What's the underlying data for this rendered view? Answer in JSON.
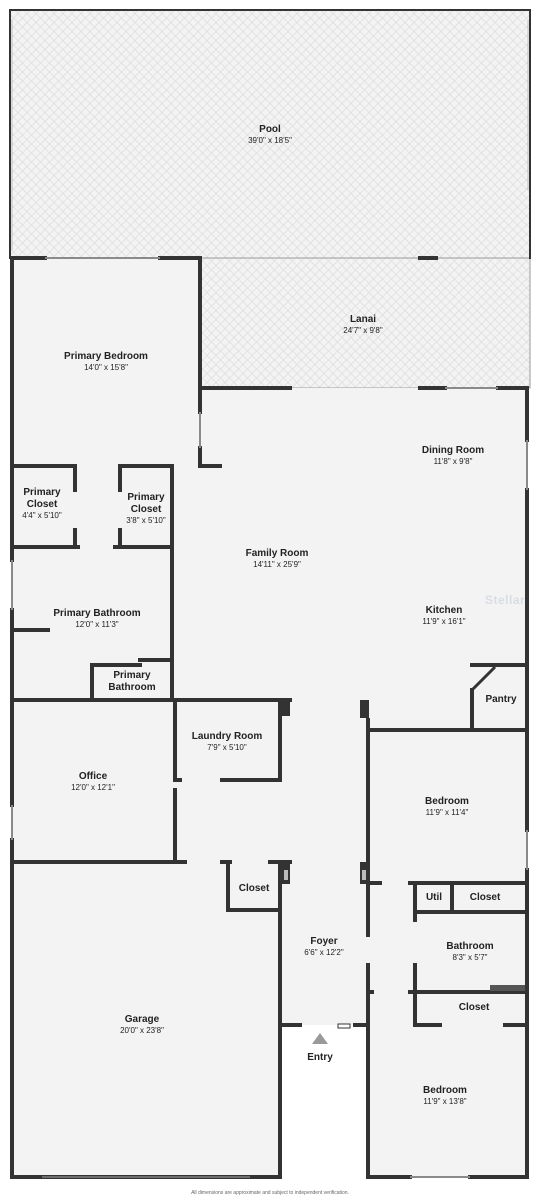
{
  "rooms": {
    "pool": {
      "name": "Pool",
      "dims": "39'0\" x 18'5\""
    },
    "lanai": {
      "name": "Lanai",
      "dims": "24'7\" x 9'8\""
    },
    "primary_bedroom": {
      "name": "Primary Bedroom",
      "dims": "14'0\" x 15'8\""
    },
    "dining_room": {
      "name": "Dining Room",
      "dims": "11'8\" x 9'8\""
    },
    "primary_closet_1": {
      "name": "Primary Closet",
      "dims": "4'4\" x 5'10\""
    },
    "primary_closet_2": {
      "name": "Primary Closet",
      "dims": "3'8\" x 5'10\""
    },
    "family_room": {
      "name": "Family Room",
      "dims": "14'11\" x 25'9\""
    },
    "kitchen": {
      "name": "Kitchen",
      "dims": "11'9\" x 16'1\""
    },
    "primary_bathroom": {
      "name": "Primary Bathroom",
      "dims": "12'0\" x 11'3\""
    },
    "primary_bathroom_small": {
      "name": "Primary Bathroom",
      "dims": ""
    },
    "pantry": {
      "name": "Pantry",
      "dims": ""
    },
    "laundry_room": {
      "name": "Laundry Room",
      "dims": "7'9\" x 5'10\""
    },
    "office": {
      "name": "Office",
      "dims": "12'0\" x 12'1\""
    },
    "bedroom_1": {
      "name": "Bedroom",
      "dims": "11'9\" x 11'4\""
    },
    "closet_garage": {
      "name": "Closet",
      "dims": ""
    },
    "util": {
      "name": "Util",
      "dims": ""
    },
    "closet_bed1": {
      "name": "Closet",
      "dims": ""
    },
    "foyer": {
      "name": "Foyer",
      "dims": "6'6\" x 12'2\""
    },
    "bathroom": {
      "name": "Bathroom",
      "dims": "8'3\" x 5'7\""
    },
    "garage": {
      "name": "Garage",
      "dims": "20'0\" x 23'8\""
    },
    "closet_bed2": {
      "name": "Closet",
      "dims": ""
    },
    "bedroom_2": {
      "name": "Bedroom",
      "dims": "11'9\" x 13'8\""
    }
  },
  "entry_label": "Entry",
  "watermark": "Stellar",
  "footer_note": "All dimensions are approximate and subject to independent verification.",
  "colors": {
    "wall": "#333333",
    "floor": "#f3f3f3",
    "pattern": "#e2e2e2"
  }
}
